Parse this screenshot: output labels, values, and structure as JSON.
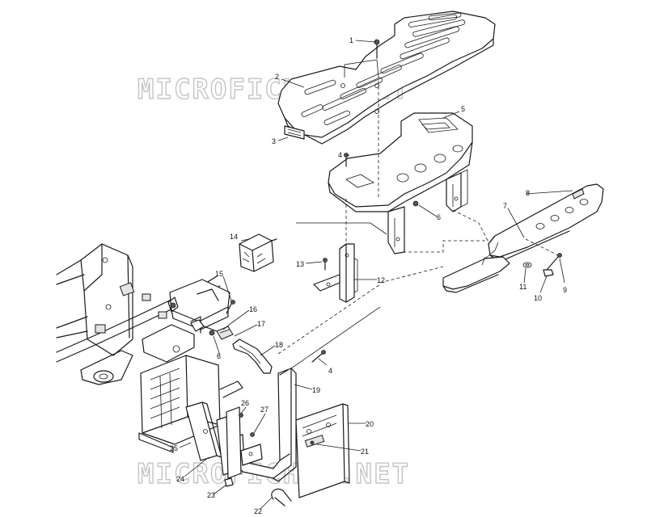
{
  "watermark": {
    "text": "MICROFICHES.NET",
    "color": "#c4c4c4"
  },
  "callouts": [
    {
      "id": "c1",
      "text": "1"
    },
    {
      "id": "c2",
      "text": "2"
    },
    {
      "id": "c3",
      "text": "3"
    },
    {
      "id": "c4a",
      "text": "4"
    },
    {
      "id": "c4b",
      "text": "4"
    },
    {
      "id": "c5",
      "text": "5"
    },
    {
      "id": "c6a",
      "text": "6"
    },
    {
      "id": "c6b",
      "text": "6"
    },
    {
      "id": "c7",
      "text": "7"
    },
    {
      "id": "c8",
      "text": "8"
    },
    {
      "id": "c9",
      "text": "9"
    },
    {
      "id": "c10",
      "text": "10"
    },
    {
      "id": "c11",
      "text": "11"
    },
    {
      "id": "c12",
      "text": "12"
    },
    {
      "id": "c13",
      "text": "13"
    },
    {
      "id": "c14",
      "text": "14"
    },
    {
      "id": "c15",
      "text": "15"
    },
    {
      "id": "c16",
      "text": "16"
    },
    {
      "id": "c17",
      "text": "17"
    },
    {
      "id": "c18",
      "text": "18"
    },
    {
      "id": "c19",
      "text": "19"
    },
    {
      "id": "c20",
      "text": "20"
    },
    {
      "id": "c21",
      "text": "21"
    },
    {
      "id": "c22",
      "text": "22"
    },
    {
      "id": "c23",
      "text": "23"
    },
    {
      "id": "c24",
      "text": "24"
    },
    {
      "id": "c25",
      "text": "25"
    },
    {
      "id": "c26",
      "text": "26"
    },
    {
      "id": "c27",
      "text": "27"
    }
  ]
}
